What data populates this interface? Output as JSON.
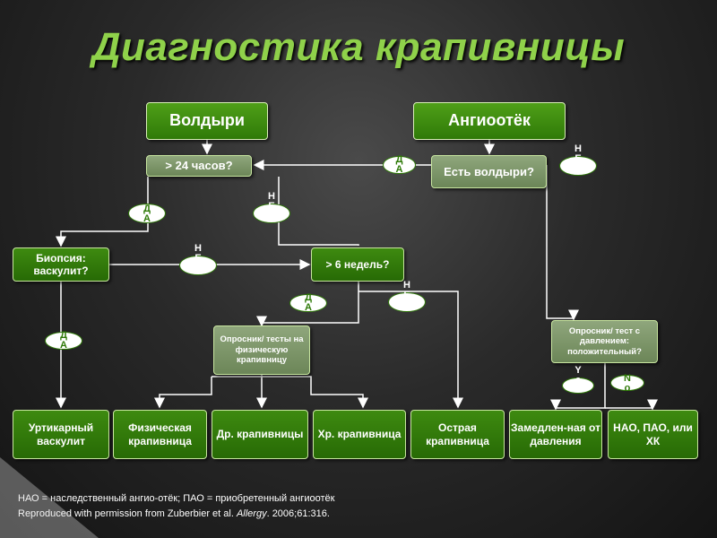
{
  "title": "Диагностика крапивницы",
  "boxes": {
    "wheals": "Волдыри",
    "angioedema": "Ангиоотёк",
    "over24h": "> 24 часов?",
    "has_wheals": "Есть волдыри?",
    "biopsy": "Биопсия: васкулит?",
    "over6w": "> 6 недель?",
    "phys_tests": "Опросник/ тесты на физическую крапивницу",
    "pressure": "Опросник/ тест с давлением: положительный?",
    "urt_vasc": "Уртикарный васкулит",
    "physical": "Физическая крапивница",
    "other": "Др. крапивницы",
    "chronic": "Хр. крапивница",
    "acute": "Острая крапивница",
    "delayed": "Замедлен-ная от давления",
    "nao": "НАО, ПАО, или ХК"
  },
  "labels": {
    "yes": "ДА",
    "no": "НЕТ",
    "yes_en": "Yes",
    "no_en": "No"
  },
  "footer": {
    "line1": "НАО = наследственный ангио-отёк; ПАО = приобретенный ангиоотёк",
    "line2_prefix": "Reproduced with permission from Zuberbier et al. ",
    "line2_journal": "Allergy",
    "line2_suffix": ". 2006;61:316."
  },
  "colors": {
    "title": "#8fd14a",
    "box_dark": "#2f7a08",
    "box_grey": "#7a9466",
    "line": "#ffffff"
  }
}
